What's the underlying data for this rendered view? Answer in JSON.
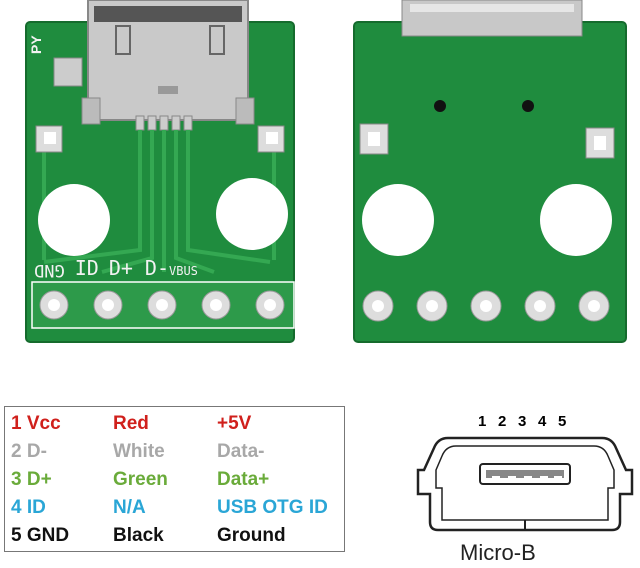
{
  "board_front": {
    "silkscreen_brand": "PY",
    "pin_labels": [
      "GND",
      "ID",
      "D+",
      "D-",
      "VBUS"
    ]
  },
  "pinout_rows": [
    {
      "pin": "1 Vcc",
      "color": "Red",
      "signal": "+5V",
      "hex": "#d0201c"
    },
    {
      "pin": "2 D-",
      "color": "White",
      "signal": "Data-",
      "hex": "#a8a8a8"
    },
    {
      "pin": "3 D+",
      "color": "Green",
      "signal": "Data+",
      "hex": "#6aab3a"
    },
    {
      "pin": "4 ID",
      "color": "N/A",
      "signal": "USB OTG ID",
      "hex": "#2aa6d6"
    },
    {
      "pin": "5 GND",
      "color": "Black",
      "signal": "Ground",
      "hex": "#111111"
    }
  ],
  "connector": {
    "pin_numbers": [
      "1",
      "2",
      "3",
      "4",
      "5"
    ],
    "label": "Micro-B"
  },
  "colors": {
    "pcb_green": "#1e8a3c",
    "pad_silver": "#d9d9d9"
  }
}
